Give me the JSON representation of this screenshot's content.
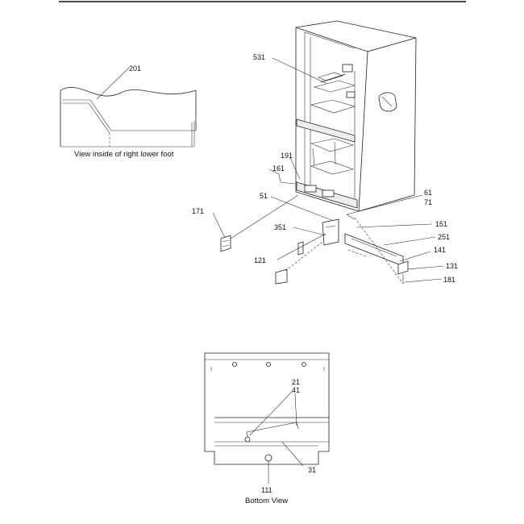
{
  "detail_view": {
    "caption": "View inside of right lower foot",
    "callouts": {
      "c201": "201"
    }
  },
  "main_view": {
    "callouts": {
      "c531": "531",
      "c191": "191",
      "c161": "161",
      "c51": "51",
      "c171": "171",
      "c61": "61",
      "c71": "71",
      "c151": "151",
      "c351": "351",
      "c251": "251",
      "c141": "141",
      "c121": "121",
      "c131": "131",
      "c181": "181"
    }
  },
  "bottom_view": {
    "caption": "Bottom View",
    "callouts": {
      "c21": "21",
      "c41": "41",
      "c31": "31",
      "c111": "111"
    }
  }
}
